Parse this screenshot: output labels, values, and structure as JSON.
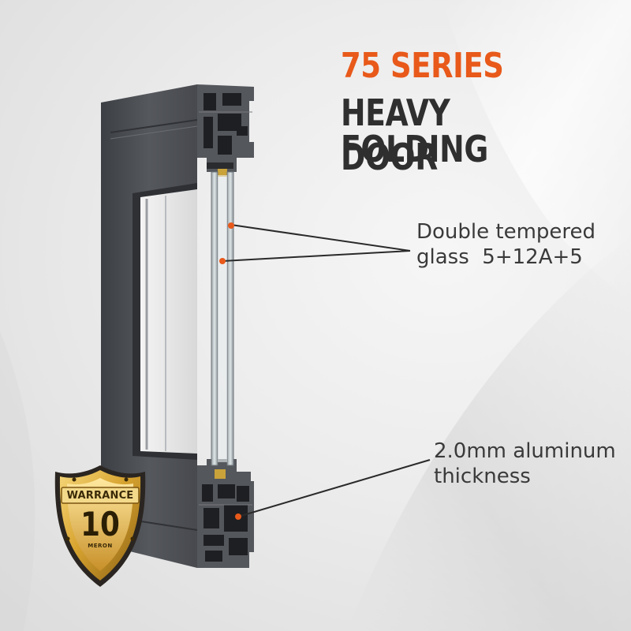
{
  "title": {
    "series": "75 SERIES",
    "line2": "HEAVY FOLDING",
    "line3": "DOOR"
  },
  "callouts": {
    "glass": {
      "line1": "Double tempered",
      "line2": "glass  5+12A+5"
    },
    "aluminum": {
      "line1": "2.0mm aluminum",
      "line2": "thickness"
    }
  },
  "badge": {
    "top_text": "WARRANCE",
    "number": "10",
    "bottom_text": "MERON"
  },
  "colors": {
    "accent": "#e8591a",
    "title": "#2f2f2f",
    "frame": "#4a4d52",
    "gold": "#d8a430"
  },
  "icons": [
    "warranty-badge-icon"
  ]
}
